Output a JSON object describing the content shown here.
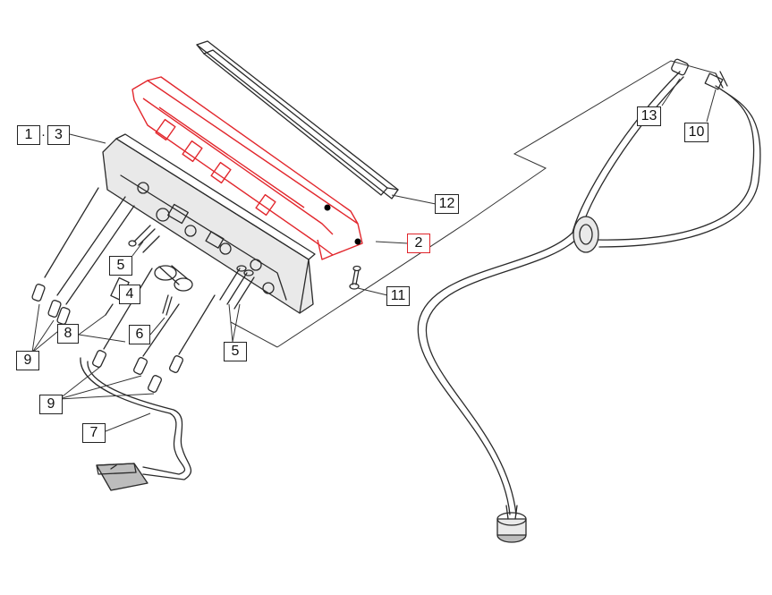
{
  "diagram": {
    "callouts": [
      {
        "id": "c1",
        "text": "1"
      },
      {
        "id": "c3",
        "text": "3"
      },
      {
        "id": "c2",
        "text": "2"
      },
      {
        "id": "c4",
        "text": "4"
      },
      {
        "id": "c5a",
        "text": "5"
      },
      {
        "id": "c5b",
        "text": "5"
      },
      {
        "id": "c6",
        "text": "6"
      },
      {
        "id": "c7",
        "text": "7"
      },
      {
        "id": "c8",
        "text": "8"
      },
      {
        "id": "c9a",
        "text": "9"
      },
      {
        "id": "c9b",
        "text": "9"
      },
      {
        "id": "c10",
        "text": "10"
      },
      {
        "id": "c11",
        "text": "11"
      },
      {
        "id": "c12",
        "text": "12"
      },
      {
        "id": "c13",
        "text": "13"
      }
    ],
    "separator": "·",
    "colors": {
      "line": "#2a2a2a",
      "highlight": "#e2272d",
      "background": "#ffffff"
    }
  }
}
